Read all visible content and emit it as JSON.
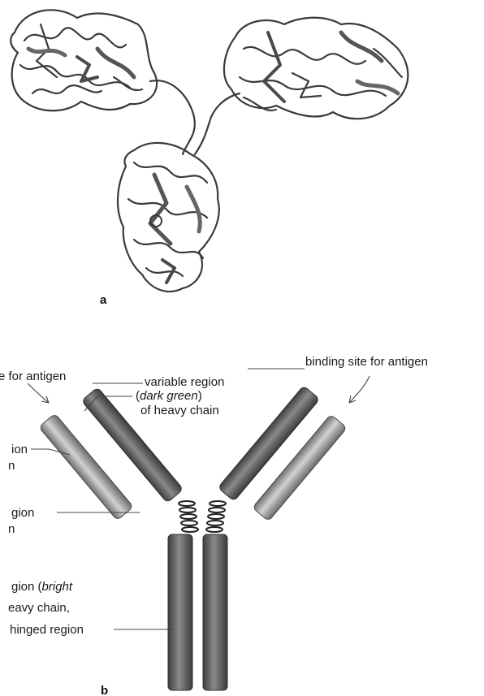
{
  "panels": {
    "a": "a",
    "b": "b"
  },
  "labels": {
    "binding_site_left": "e for antigen",
    "variable_heavy_line1": "variable region",
    "variable_heavy_line2_pre": "(",
    "variable_heavy_line2_em": "dark green",
    "variable_heavy_line2_post": ")",
    "variable_heavy_line3": "of heavy chain",
    "binding_site_right": "binding site for antigen",
    "left_label_1_line1": "ion",
    "left_label_1_line2": "n",
    "left_label_2_line1": "gion",
    "left_label_2_line2": "n",
    "constant_line1_pre": "gion (",
    "constant_line1_em": "bright",
    "constant_line2": "eavy chain,",
    "constant_line3": "hinged region"
  },
  "colors": {
    "heavy_chain": "#555555",
    "light_chain": "#9a9a9a",
    "ribbon": "#3a3a3a"
  }
}
